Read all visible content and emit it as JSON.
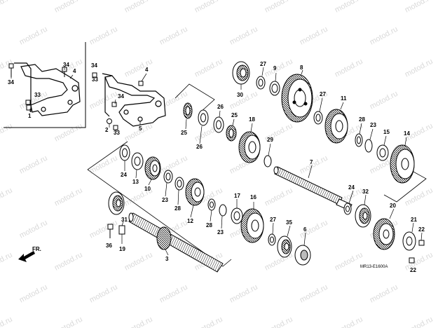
{
  "watermark": "motod.ru",
  "diagram_code": "MR13-E1600A",
  "direction_label": "FR.",
  "labels": {
    "p1": "1",
    "p2": "2",
    "p3": "3",
    "p4a": "4",
    "p4b": "4",
    "p5": "5",
    "p6": "6",
    "p7": "7",
    "p8": "8",
    "p9": "9",
    "p10": "10",
    "p11": "11",
    "p12": "12",
    "p13": "13",
    "p14": "14",
    "p15": "15",
    "p16": "16",
    "p17": "17",
    "p18": "18",
    "p19": "19",
    "p20": "20",
    "p21": "21",
    "p22a": "22",
    "p22b": "22",
    "p23a": "23",
    "p23b": "23",
    "p23c": "23",
    "p24a": "24",
    "p24b": "24",
    "p25a": "25",
    "p25b": "25",
    "p26a": "26",
    "p26b": "26",
    "p27a": "27",
    "p27b": "27",
    "p27c": "27",
    "p28a": "28",
    "p28b": "28",
    "p28c": "28",
    "p29": "29",
    "p30": "30",
    "p31": "31",
    "p32": "32",
    "p33a": "33",
    "p33b": "33",
    "p34a": "34",
    "p34b": "34",
    "p34c": "34",
    "p34d": "34",
    "p35": "35",
    "p36": "36"
  }
}
